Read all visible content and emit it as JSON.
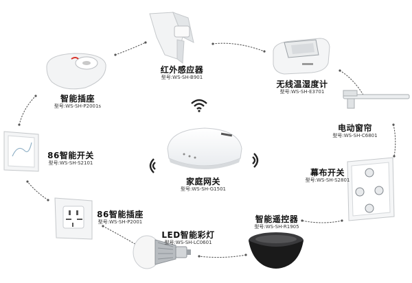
{
  "hub": {
    "name": "家庭网关",
    "model": "型号:WS-SH-G1501"
  },
  "devices": [
    {
      "id": "pir",
      "name": "红外感应器",
      "model": "型号:WS-SH-B901"
    },
    {
      "id": "thermo",
      "name": "无线温湿度计",
      "model": "型号:WS-SH-E3701"
    },
    {
      "id": "curtain-motor",
      "name": "电动窗帘",
      "model": "型号:WS-SH-C6801"
    },
    {
      "id": "curtain-switch",
      "name": "幕布开关",
      "model": "型号:WS-SH-S2801"
    },
    {
      "id": "remote",
      "name": "智能遥控器",
      "model": "型号:WS-SH-R1905"
    },
    {
      "id": "led",
      "name": "LED智能彩灯",
      "model": "型号:WS-SH-LC0601"
    },
    {
      "id": "socket86",
      "name": "86智能插座",
      "model": "型号:WS-SH-P2001"
    },
    {
      "id": "switch86",
      "name": "86智能开关",
      "model": "型号:WS-SH-S2101"
    },
    {
      "id": "plug",
      "name": "智能插座",
      "model": "型号:WS-SH-P2001s"
    }
  ]
}
